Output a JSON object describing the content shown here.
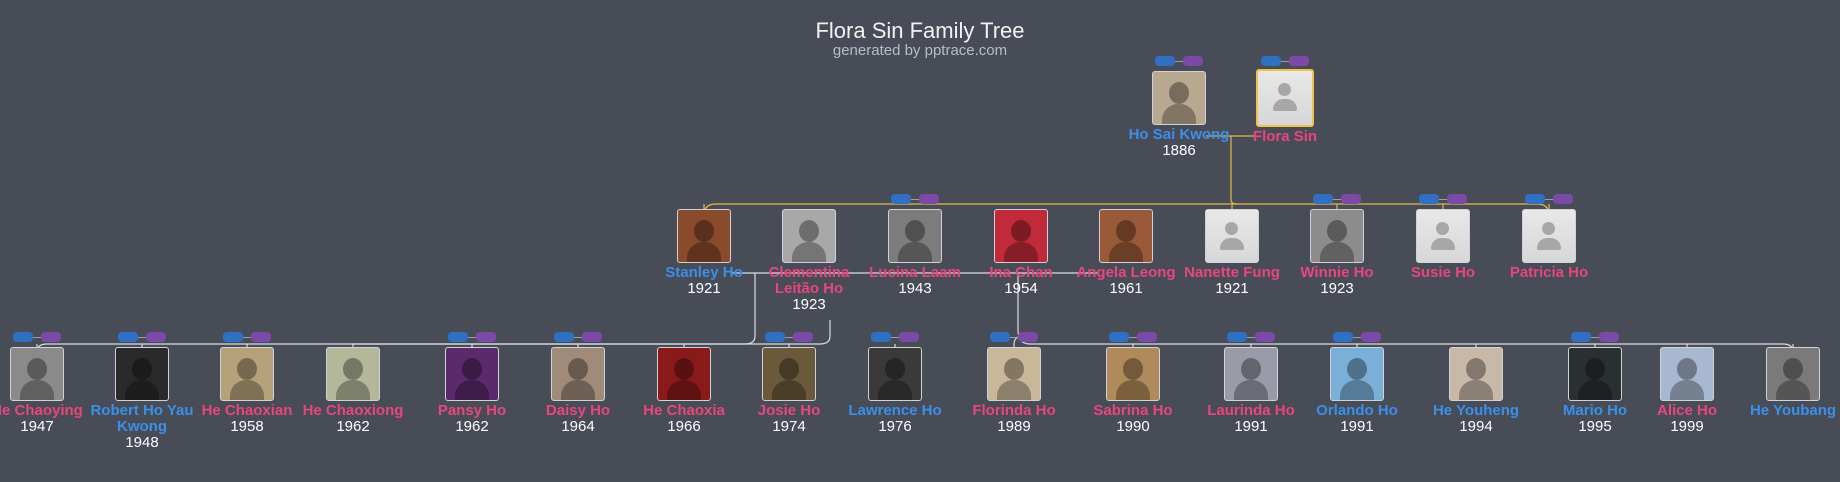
{
  "title": "Flora Sin Family Tree",
  "subtitle": "generated by pptrace.com",
  "colors": {
    "background": "#474c57",
    "male": "#3b8fe8",
    "female": "#e8467c",
    "highlight": "#f0c24a",
    "focus_line": "#e6b84a",
    "line": "#d9dce2"
  },
  "gen0": [
    {
      "name": "Ho Sai Kwong",
      "year": "1886",
      "gender": "m",
      "photo": "portrait",
      "tone": "#b9a890"
    },
    {
      "name": "Flora Sin",
      "year": "",
      "gender": "f",
      "photo": "placeholder"
    }
  ],
  "gen1": [
    {
      "name": "Stanley Ho",
      "year": "1921",
      "gender": "m",
      "photo": "portrait",
      "tone": "#8a4a2c"
    },
    {
      "name": "Clementina Leitão Ho",
      "year": "1923",
      "gender": "f",
      "photo": "portrait",
      "tone": "#a8a8a8"
    },
    {
      "name": "Lucina Laam",
      "year": "1943",
      "gender": "f",
      "photo": "portrait",
      "tone": "#7c7c7c"
    },
    {
      "name": "Ina Chan",
      "year": "1954",
      "gender": "f",
      "photo": "portrait",
      "tone": "#c02a3a"
    },
    {
      "name": "Angela Leong",
      "year": "1961",
      "gender": "f",
      "photo": "portrait",
      "tone": "#9a5a3a"
    },
    {
      "name": "Nanette Fung",
      "year": "1921",
      "gender": "f",
      "photo": "placeholder"
    },
    {
      "name": "Winnie Ho",
      "year": "1923",
      "gender": "f",
      "photo": "portrait",
      "tone": "#8c8c8c"
    },
    {
      "name": "Susie Ho",
      "year": "",
      "gender": "f",
      "photo": "placeholder"
    },
    {
      "name": "Patricia Ho",
      "year": "",
      "gender": "f",
      "photo": "placeholder"
    }
  ],
  "gen2": [
    {
      "name": "He Chaoying",
      "year": "1947",
      "gender": "f",
      "photo": "portrait",
      "tone": "#8a8a8a"
    },
    {
      "name": "Robert Ho Yau Kwong",
      "year": "1948",
      "gender": "m",
      "photo": "portrait",
      "tone": "#2a2a2a"
    },
    {
      "name": "He Chaoxian",
      "year": "1958",
      "gender": "f",
      "photo": "portrait",
      "tone": "#b5a27a"
    },
    {
      "name": "He Chaoxiong",
      "year": "1962",
      "gender": "f",
      "photo": "portrait",
      "tone": "#b3b89a"
    },
    {
      "name": "Pansy Ho",
      "year": "1962",
      "gender": "f",
      "photo": "portrait",
      "tone": "#5a2a6a"
    },
    {
      "name": "Daisy Ho",
      "year": "1964",
      "gender": "f",
      "photo": "portrait",
      "tone": "#a08a7a"
    },
    {
      "name": "He Chaoxia",
      "year": "1966",
      "gender": "f",
      "photo": "portrait",
      "tone": "#8a1a1a"
    },
    {
      "name": "Josie Ho",
      "year": "1974",
      "gender": "f",
      "photo": "portrait",
      "tone": "#6a5a3a"
    },
    {
      "name": "Lawrence Ho",
      "year": "1976",
      "gender": "m",
      "photo": "portrait",
      "tone": "#3a3a3a"
    },
    {
      "name": "Florinda Ho",
      "year": "1989",
      "gender": "f",
      "photo": "portrait",
      "tone": "#c9b79a"
    },
    {
      "name": "Sabrina Ho",
      "year": "1990",
      "gender": "f",
      "photo": "portrait",
      "tone": "#b08a5a"
    },
    {
      "name": "Laurinda Ho",
      "year": "1991",
      "gender": "f",
      "photo": "portrait",
      "tone": "#9a9aa8"
    },
    {
      "name": "Orlando Ho",
      "year": "1991",
      "gender": "m",
      "photo": "portrait",
      "tone": "#7ab0d8"
    },
    {
      "name": "He Youheng",
      "year": "1994",
      "gender": "m",
      "photo": "portrait",
      "tone": "#c8b8a8"
    },
    {
      "name": "Mario Ho",
      "year": "1995",
      "gender": "m",
      "photo": "portrait",
      "tone": "#2a3030"
    },
    {
      "name": "Alice Ho",
      "year": "1999",
      "gender": "f",
      "photo": "portrait",
      "tone": "#a8b8d0"
    },
    {
      "name": "He Youbang",
      "year": "",
      "gender": "m",
      "photo": "portrait",
      "tone": "#7a7a7a"
    }
  ]
}
